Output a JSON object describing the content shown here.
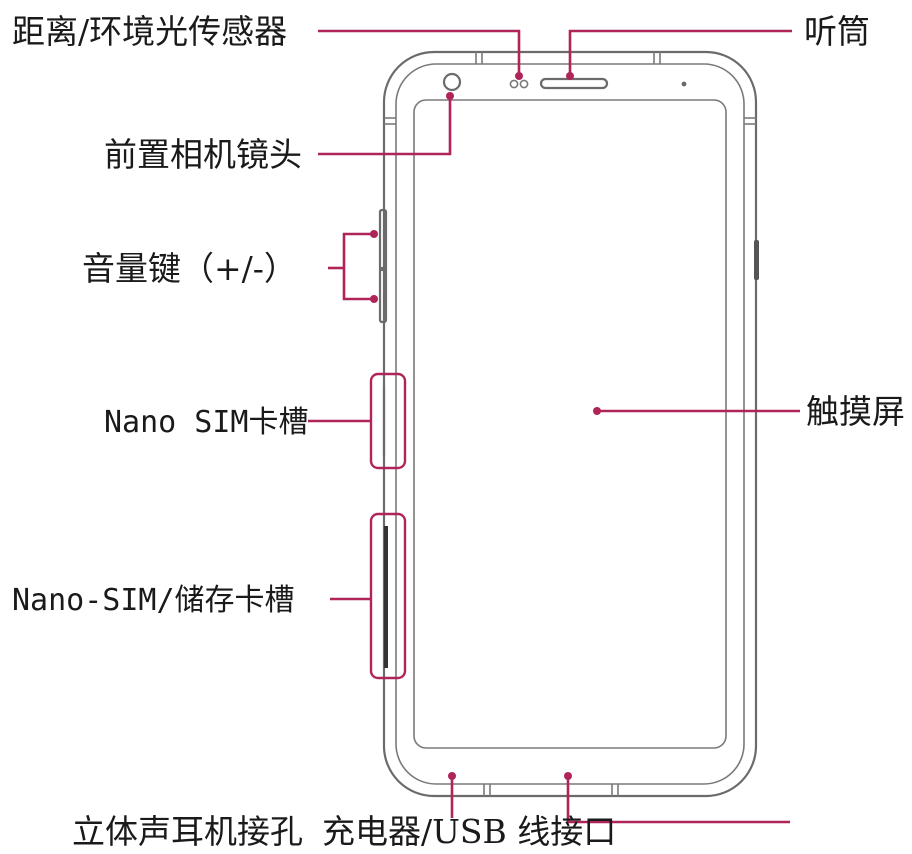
{
  "colors": {
    "leader": "#b0245a",
    "outline": "#6b6b6b",
    "text": "#1a1a1a"
  },
  "labels": {
    "proximity_sensor": "距离/环境光传感器",
    "earpiece": "听筒",
    "front_camera": "前置相机镜头",
    "volume_keys": "音量键（+/-）",
    "nano_sim_tray": "Nano SIM卡槽",
    "touch_screen": "触摸屏",
    "nano_sim_storage_tray": "Nano-SIM/储存卡槽",
    "headset_jack": "立体声耳机接孔",
    "charger_usb_port": "充电器/USB 线接口"
  }
}
